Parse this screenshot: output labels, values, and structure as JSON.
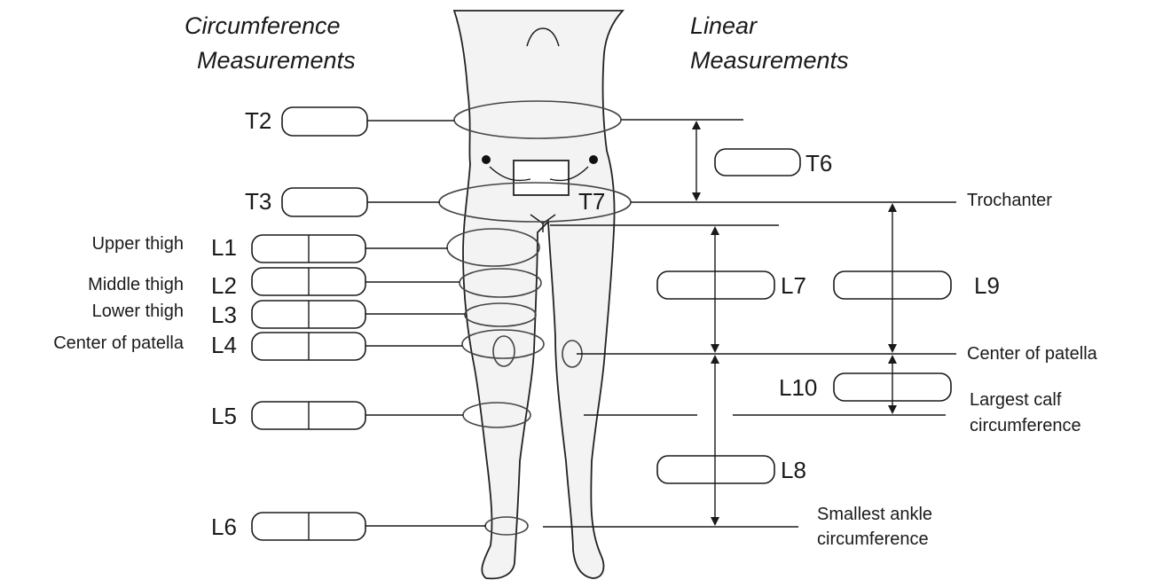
{
  "headings": {
    "circumference_line1": "Circumference",
    "circumference_line2": "Measurements",
    "linear_line1": "Linear",
    "linear_line2": "Measurements"
  },
  "circumference": {
    "t2": "T2",
    "t3": "T3",
    "l1": "L1",
    "l2": "L2",
    "l3": "L3",
    "l4": "L4",
    "l5": "L5",
    "l6": "L6",
    "upper_thigh": "Upper thigh",
    "middle_thigh": "Middle thigh",
    "lower_thigh": "Lower thigh",
    "center_of_patella": "Center of patella"
  },
  "linear": {
    "t6": "T6",
    "t7": "T7",
    "l7": "L7",
    "l8": "L8",
    "l9": "L9",
    "l10": "L10",
    "trochanter": "Trochanter",
    "center_of_patella": "Center of patella",
    "largest_calf_line1": "Largest calf",
    "largest_calf_line2": "circumference",
    "smallest_ankle_line1": "Smallest ankle",
    "smallest_ankle_line2": "circumference"
  }
}
